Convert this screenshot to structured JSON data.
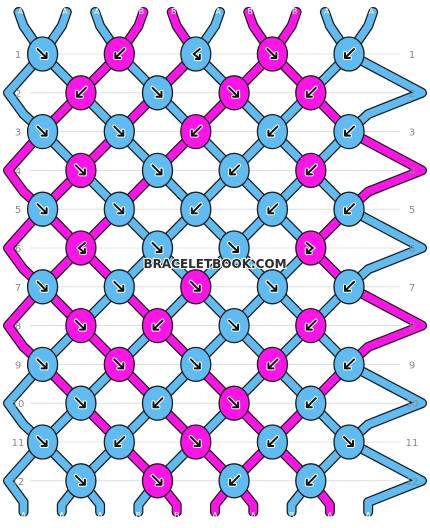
{
  "colors": {
    "A": "#5ebcf3",
    "B": "#ff14e8",
    "outline": "#1a1a1a",
    "gridline": "#cccccc",
    "label": "#888888"
  },
  "watermark": "BRACELETBOOK.COM",
  "top_strings": [
    "A",
    "A",
    "A",
    "B",
    "B",
    "A",
    "B",
    "B",
    "A",
    "A"
  ],
  "bottom_strings": [
    "A",
    "A",
    "A",
    "B",
    "B",
    "A",
    "A",
    "B",
    "A",
    "A"
  ],
  "row_numbers": [
    "1",
    "2",
    "3",
    "4",
    "5",
    "6",
    "7",
    "8",
    "9",
    "10",
    "11",
    "12"
  ],
  "rows": [
    [
      {
        "c": "A",
        "k": "f"
      },
      {
        "c": "B",
        "k": "b"
      },
      {
        "c": "A",
        "k": "bf"
      },
      {
        "c": "B",
        "k": "f"
      },
      {
        "c": "A",
        "k": "b"
      }
    ],
    [
      {
        "c": "B",
        "k": "b"
      },
      {
        "c": "A",
        "k": "f"
      },
      {
        "c": "B",
        "k": "f"
      },
      {
        "c": "B",
        "k": "b"
      }
    ],
    [
      {
        "c": "A",
        "k": "f"
      },
      {
        "c": "A",
        "k": "f"
      },
      {
        "c": "B",
        "k": "b"
      },
      {
        "c": "A",
        "k": "b"
      },
      {
        "c": "A",
        "k": "b"
      }
    ],
    [
      {
        "c": "B",
        "k": "f"
      },
      {
        "c": "A",
        "k": "f"
      },
      {
        "c": "A",
        "k": "b"
      },
      {
        "c": "B",
        "k": "b"
      }
    ],
    [
      {
        "c": "A",
        "k": "f"
      },
      {
        "c": "A",
        "k": "f"
      },
      {
        "c": "A",
        "k": "b"
      },
      {
        "c": "A",
        "k": "b"
      },
      {
        "c": "A",
        "k": "b"
      }
    ],
    [
      {
        "c": "B",
        "k": "bf"
      },
      {
        "c": "A",
        "k": "f"
      },
      {
        "c": "A",
        "k": "f"
      },
      {
        "c": "B",
        "k": "fb"
      }
    ],
    [
      {
        "c": "A",
        "k": "f"
      },
      {
        "c": "A",
        "k": "f"
      },
      {
        "c": "B",
        "k": "f"
      },
      {
        "c": "A",
        "k": "f"
      },
      {
        "c": "A",
        "k": "b"
      }
    ],
    [
      {
        "c": "B",
        "k": "f"
      },
      {
        "c": "B",
        "k": "b"
      },
      {
        "c": "A",
        "k": "f"
      },
      {
        "c": "B",
        "k": "b"
      }
    ],
    [
      {
        "c": "A",
        "k": "f"
      },
      {
        "c": "B",
        "k": "f"
      },
      {
        "c": "A",
        "k": "f"
      },
      {
        "c": "B",
        "k": "b"
      },
      {
        "c": "A",
        "k": "b"
      }
    ],
    [
      {
        "c": "A",
        "k": "f"
      },
      {
        "c": "A",
        "k": "b"
      },
      {
        "c": "B",
        "k": "f"
      },
      {
        "c": "A",
        "k": "b"
      }
    ],
    [
      {
        "c": "A",
        "k": "f"
      },
      {
        "c": "A",
        "k": "b"
      },
      {
        "c": "B",
        "k": "f"
      },
      {
        "c": "A",
        "k": "b"
      },
      {
        "c": "A",
        "k": "f"
      }
    ],
    [
      {
        "c": "A",
        "k": "f"
      },
      {
        "c": "B",
        "k": "f"
      },
      {
        "c": "A",
        "k": "b"
      },
      {
        "c": "A",
        "k": "b"
      }
    ]
  ]
}
